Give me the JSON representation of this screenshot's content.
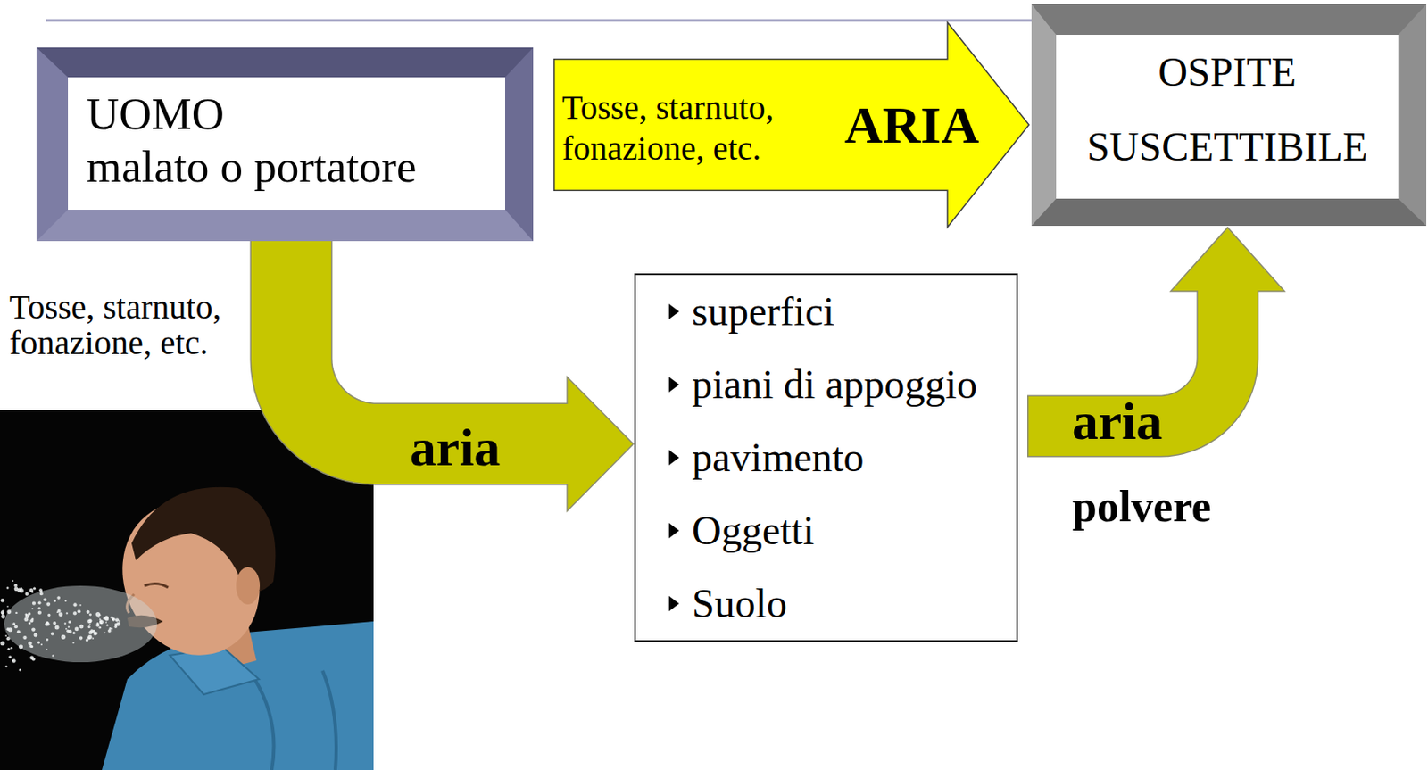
{
  "diagram": {
    "nodes": [
      {
        "text": [
          "UOMO",
          "malato o portatore"
        ]
      },
      {
        "text": [
          "OSPITE SUSCETTIBILE"
        ]
      },
      {
        "text": [
          "superfici",
          "piani di appoggio",
          "pavimento",
          "Oggetti",
          "Suolo"
        ]
      }
    ],
    "edges": [
      {
        "from": 0,
        "to": 1,
        "arrow": "to",
        "label": "ARIA"
      },
      {
        "from": 0,
        "to": 2,
        "arrow": "to",
        "label": "aria"
      },
      {
        "from": 2,
        "to": 1,
        "arrow": "to",
        "label": "aria"
      }
    ],
    "labels": [
      "Tosse, starnuto, fonazione, etc.",
      "Tosse, starnuto, fonazione, etc.",
      "polvere"
    ]
  }
}
